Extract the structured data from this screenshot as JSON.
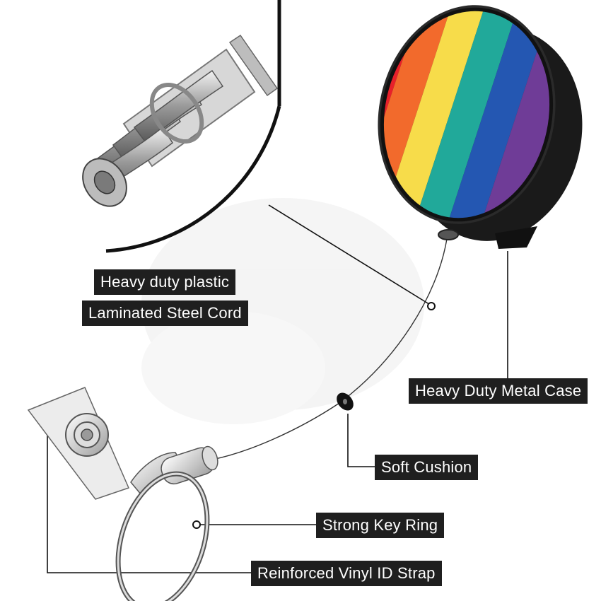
{
  "labels": {
    "plastic": "Heavy duty plastic",
    "steel_cord": "Laminated Steel Cord",
    "metal_case": "Heavy Duty Metal Case",
    "soft_cushion": "Soft Cushion",
    "key_ring": "Strong Key Ring",
    "id_strap": "Reinforced Vinyl ID Strap"
  },
  "colors": {
    "label_bg": "#1f1f1f",
    "label_text": "#ffffff",
    "case_body": "#1a1a1a",
    "stripes": [
      "#e8202a",
      "#f26a2c",
      "#f7dc4a",
      "#21a99a",
      "#2457b2",
      "#6f3c97"
    ]
  }
}
